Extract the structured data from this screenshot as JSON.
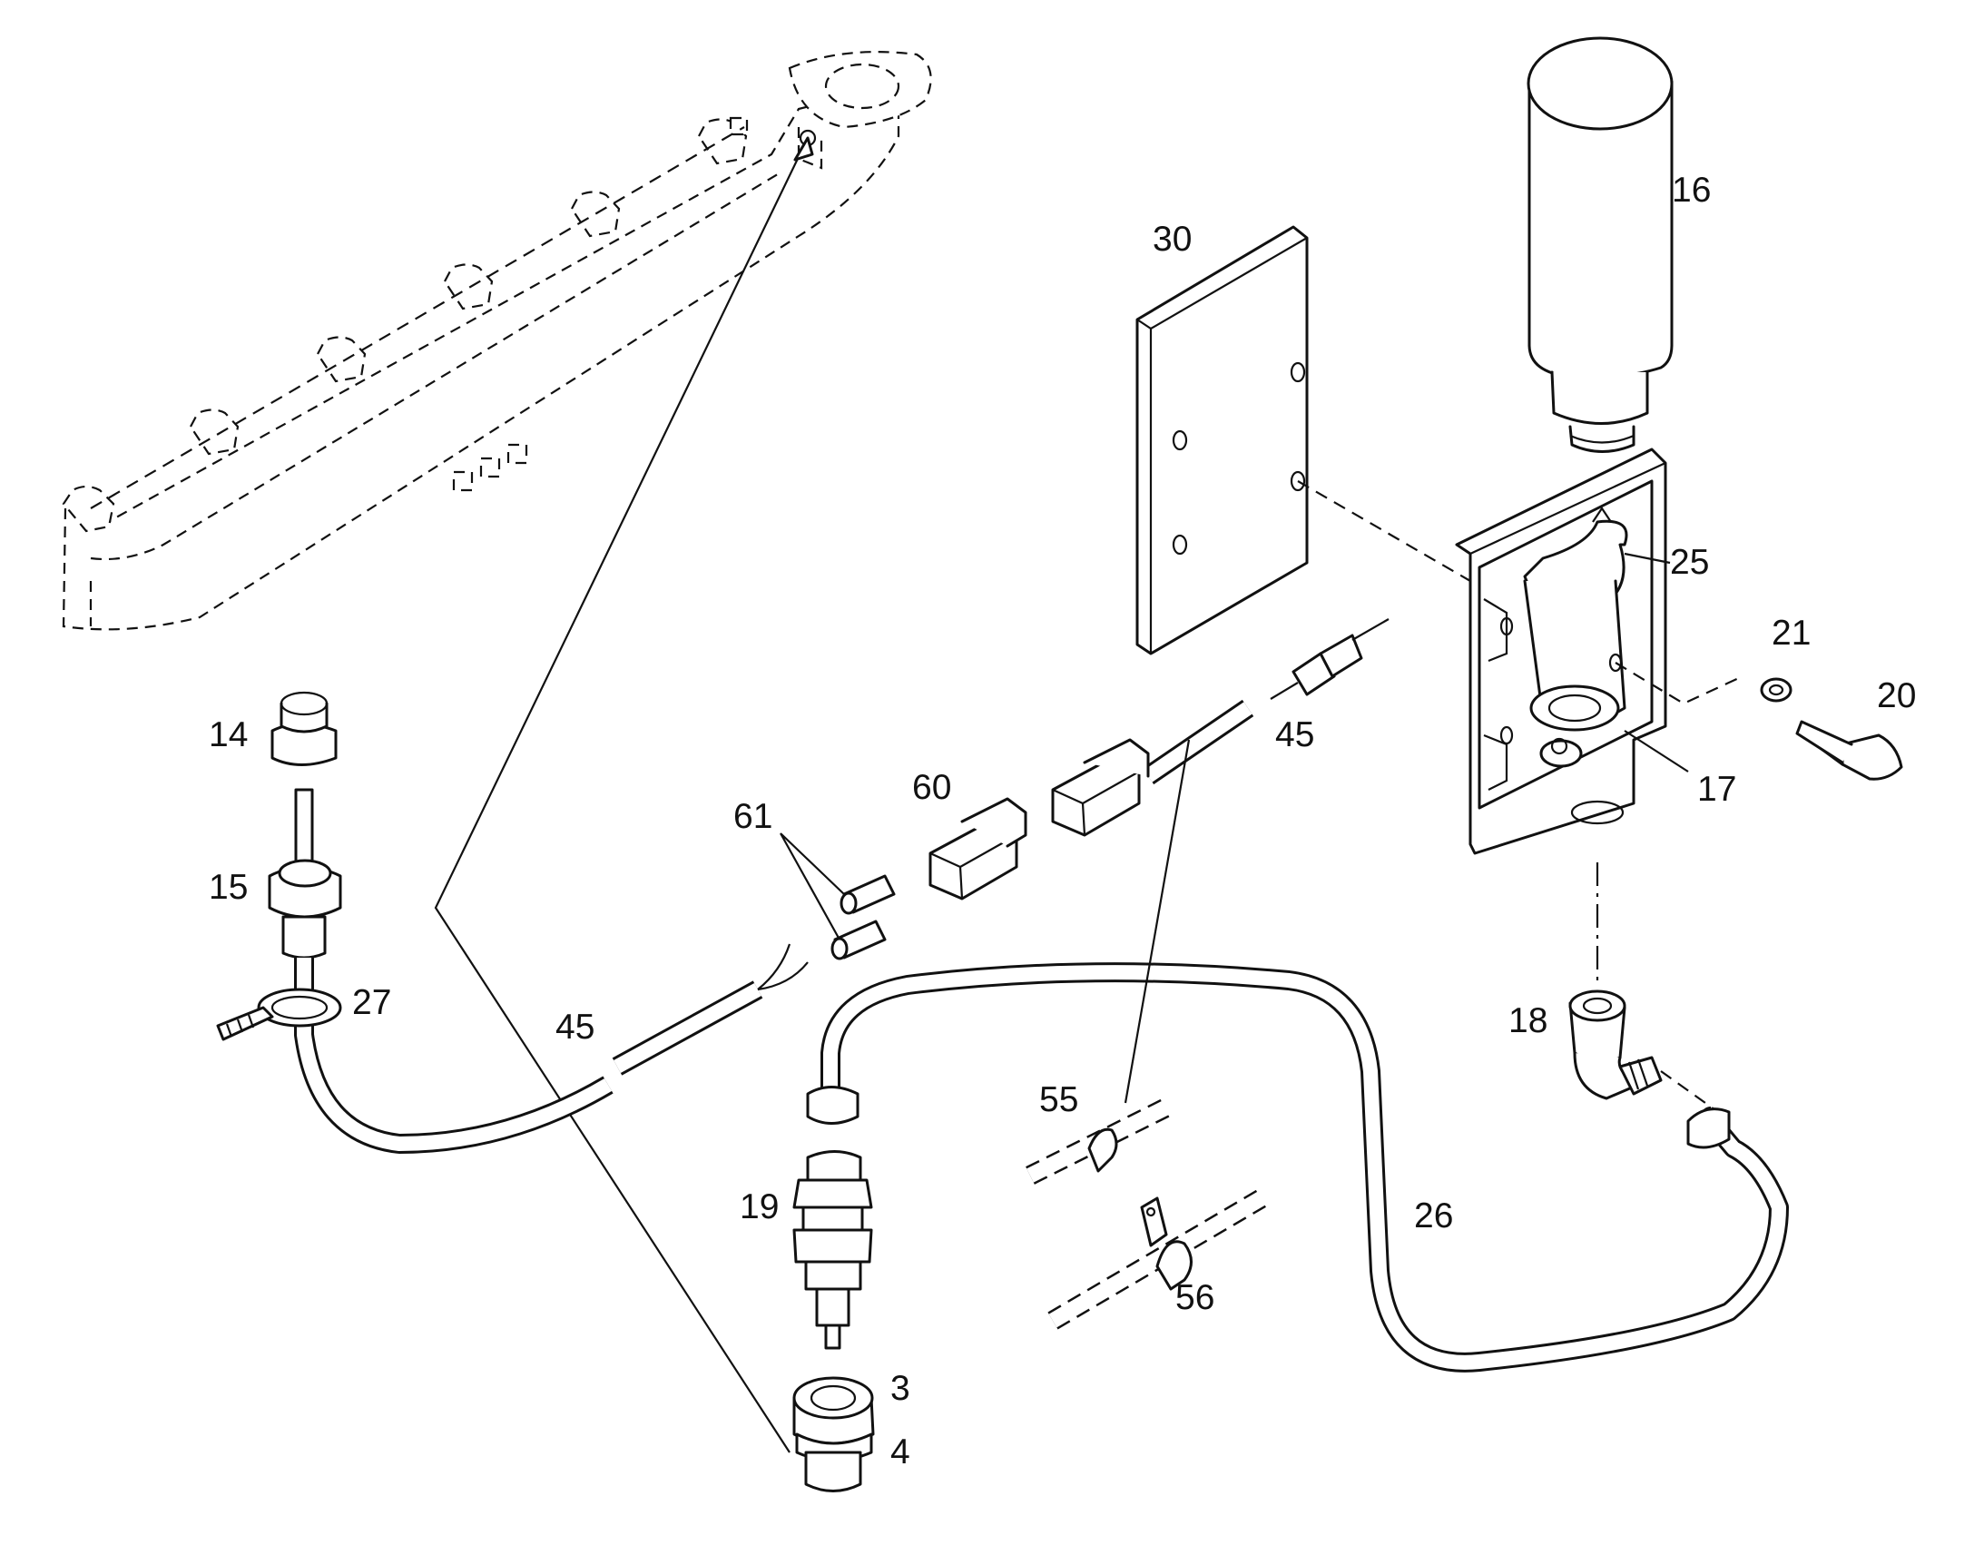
{
  "callouts": {
    "c3": "3",
    "c4": "4",
    "c14": "14",
    "c15": "15",
    "c16": "16",
    "c17": "17",
    "c18": "18",
    "c19": "19",
    "c20": "20",
    "c21": "21",
    "c25": "25",
    "c26": "26",
    "c27": "27",
    "c30": "30",
    "c45a": "45",
    "c45b": "45",
    "c55": "55",
    "c56": "56",
    "c60": "60",
    "c61": "61"
  },
  "colors": {
    "ink": "#111111",
    "paper": "#ffffff"
  }
}
